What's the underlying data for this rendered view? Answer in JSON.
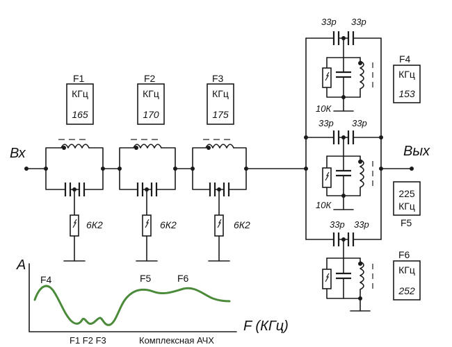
{
  "labels": {
    "input": "Вх",
    "output": "Вых",
    "axis_y": "А",
    "axis_x": "F  (КГц)",
    "caption": "Комплексная АЧХ",
    "resistor_series": "6К2",
    "resistor_parallel": "10К",
    "cap_33": "33р"
  },
  "filters": [
    {
      "name": "F1",
      "unit": "КГц",
      "value": "165"
    },
    {
      "name": "F2",
      "unit": "КГц",
      "value": "170"
    },
    {
      "name": "F3",
      "unit": "КГц",
      "value": "175"
    },
    {
      "name": "F4",
      "unit": "КГц",
      "value": "153"
    },
    {
      "name": "F5",
      "unit": "КГц",
      "value": "225"
    },
    {
      "name": "F6",
      "unit": "КГц",
      "value": "252"
    }
  ],
  "response_labels": {
    "top": [
      "F4",
      "F5",
      "F6"
    ],
    "bottom": "F1 F2 F3"
  },
  "colors": {
    "line": "#1a1a1a",
    "curve": "#4a8a3a"
  }
}
